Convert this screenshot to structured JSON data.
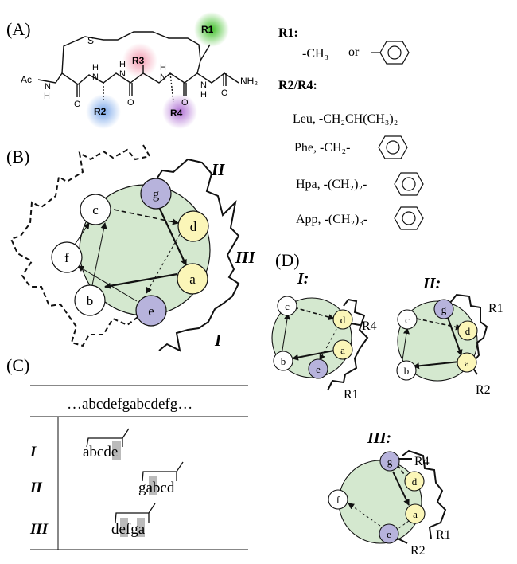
{
  "panels": {
    "a": "(A)",
    "b": "(B)",
    "c": "(C)",
    "d": "(D)"
  },
  "structure": {
    "s_atom": "S",
    "ac": "Ac",
    "n": "N",
    "h": "H",
    "o": "O",
    "nh2": "NH₂",
    "r1": "R1",
    "r2": "R2",
    "r3": "R3",
    "r4": "R4"
  },
  "legend": {
    "r1_title": "R1:",
    "r1_opt": "-CH₃",
    "r1_or": "or",
    "r2r4_title": "R2/R4:",
    "leu": "Leu, -CH₂CH(CH₃)₂",
    "phe": "Phe, -CH₂-",
    "hpa": "Hpa, -(CH₂)₂-",
    "app": "App, -(CH₂)₃-"
  },
  "wheel": {
    "residues": [
      "a",
      "b",
      "c",
      "d",
      "e",
      "f",
      "g"
    ],
    "faces": [
      "I",
      "II",
      "III"
    ]
  },
  "table": {
    "header": "…abcdefgabcdefg…",
    "rows": [
      {
        "face": "I",
        "seq": "abcde"
      },
      {
        "face": "II",
        "seq": "gabcd"
      },
      {
        "face": "III",
        "seq": "defga"
      }
    ]
  },
  "subwheels": {
    "i_title": "I:",
    "ii_title": "II:",
    "iii_title": "III:"
  },
  "colors": {
    "wheel_fill": "#d4e8cf",
    "yellow": "#fbf6b8",
    "purple": "#b7b3dc",
    "r1_glow": "#4fc23a",
    "r2_glow": "#7aa7ea",
    "r3_glow": "#f39bb0",
    "r4_glow": "#b071d4",
    "highlight": "#bbbbbb"
  }
}
